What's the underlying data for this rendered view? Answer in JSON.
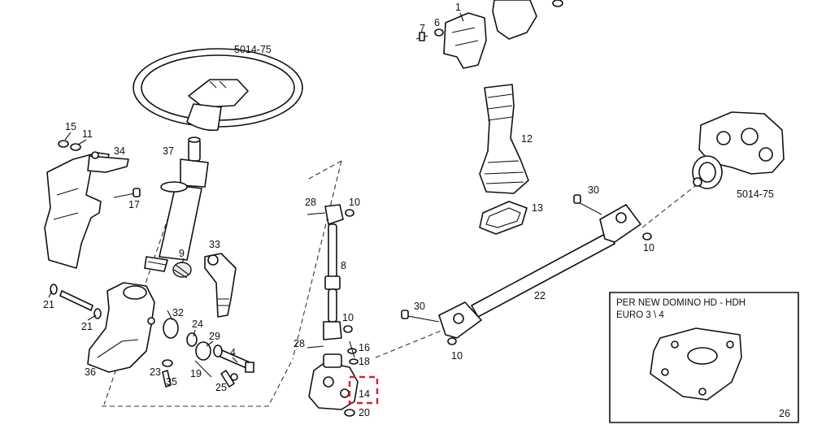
{
  "references": {
    "top": "5014-75",
    "right": "5014-75"
  },
  "parts": [
    {
      "id": "p1",
      "number": "1"
    },
    {
      "id": "p4",
      "number": "4"
    },
    {
      "id": "p6",
      "number": "6"
    },
    {
      "id": "p7",
      "number": "7"
    },
    {
      "id": "p8",
      "number": "8"
    },
    {
      "id": "p9",
      "number": "9"
    },
    {
      "id": "p10a",
      "number": "10"
    },
    {
      "id": "p10b",
      "number": "10"
    },
    {
      "id": "p10c",
      "number": "10"
    },
    {
      "id": "p10d",
      "number": "10"
    },
    {
      "id": "p11",
      "number": "11"
    },
    {
      "id": "p12",
      "number": "12"
    },
    {
      "id": "p13",
      "number": "13"
    },
    {
      "id": "p14",
      "number": "14"
    },
    {
      "id": "p15",
      "number": "15"
    },
    {
      "id": "p16",
      "number": "16"
    },
    {
      "id": "p17",
      "number": "17"
    },
    {
      "id": "p18",
      "number": "18"
    },
    {
      "id": "p19",
      "number": "19"
    },
    {
      "id": "p20",
      "number": "20"
    },
    {
      "id": "p21a",
      "number": "21"
    },
    {
      "id": "p21b",
      "number": "21"
    },
    {
      "id": "p22",
      "number": "22"
    },
    {
      "id": "p23",
      "number": "23"
    },
    {
      "id": "p24",
      "number": "24"
    },
    {
      "id": "p25",
      "number": "25"
    },
    {
      "id": "p26",
      "number": "26"
    },
    {
      "id": "p28a",
      "number": "28"
    },
    {
      "id": "p28b",
      "number": "28"
    },
    {
      "id": "p29",
      "number": "29"
    },
    {
      "id": "p30a",
      "number": "30"
    },
    {
      "id": "p30b",
      "number": "30"
    },
    {
      "id": "p32",
      "number": "32"
    },
    {
      "id": "p33",
      "number": "33"
    },
    {
      "id": "p34",
      "number": "34"
    },
    {
      "id": "p35",
      "number": "35"
    },
    {
      "id": "p36",
      "number": "36"
    },
    {
      "id": "p37",
      "number": "37"
    }
  ],
  "inset": {
    "line1": "PER NEW DOMINO HD - HDH",
    "line2": "EURO 3 \\ 4"
  },
  "highlight": {
    "part": "14",
    "color": "#d1203a"
  }
}
